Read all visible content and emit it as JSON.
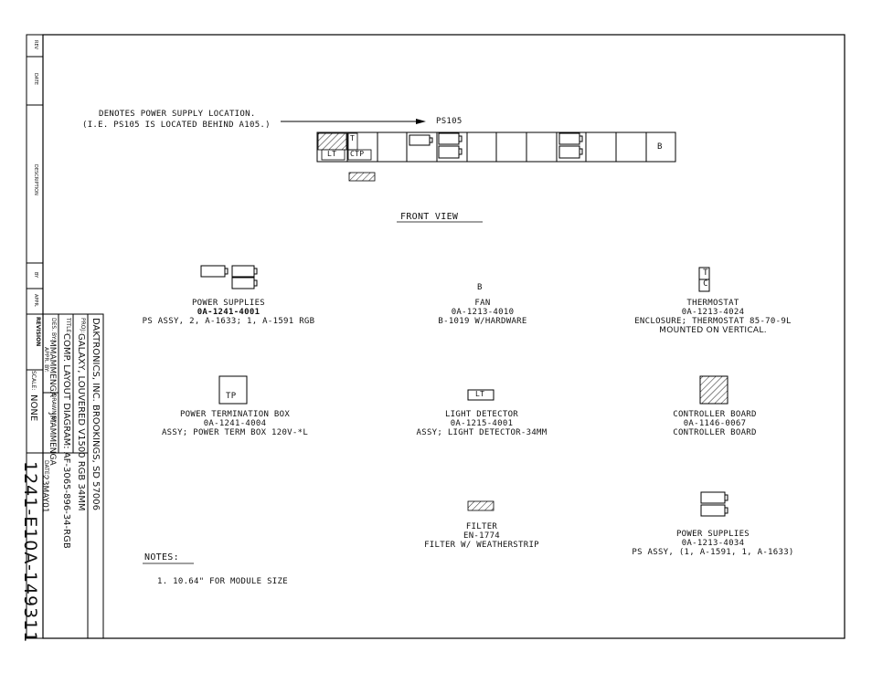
{
  "revision_block": {
    "rev": "REV",
    "date": "DATE",
    "description": "DESCRIPTION",
    "by": "BY",
    "appr": "APPR."
  },
  "callout": {
    "line1": "DENOTES POWER SUPPLY LOCATION.",
    "line2": "(I.E. PS105 IS LOCATED BEHIND A105.)",
    "target": "PS105"
  },
  "front_view": {
    "title": "FRONT VIEW",
    "cells": [
      "LT",
      "T",
      "CTP",
      "B"
    ]
  },
  "components": [
    {
      "symbol": "",
      "name": "POWER SUPPLIES",
      "part": "0A-1241-4001",
      "desc": "PS ASSY, 2, A-1633; 1, A-1591 RGB",
      "extra": ""
    },
    {
      "symbol": "B",
      "name": "FAN",
      "part": "0A-1213-4010",
      "desc": "B-1019 W/HARDWARE",
      "extra": ""
    },
    {
      "symbol": "T C",
      "name": "THERMOSTAT",
      "part": "0A-1213-4024",
      "desc": "ENCLOSURE; THERMOSTAT 85-70-9L",
      "extra": "MOUNTED ON VERTICAL."
    },
    {
      "symbol": "TP",
      "name": "POWER TERMINATION BOX",
      "part": "0A-1241-4004",
      "desc": "ASSY; POWER TERM BOX 120V-*L",
      "extra": ""
    },
    {
      "symbol": "LT",
      "name": "LIGHT DETECTOR",
      "part": "0A-1215-4001",
      "desc": "ASSY; LIGHT DETECTOR-34MM",
      "extra": ""
    },
    {
      "symbol": "",
      "name": "CONTROLLER BOARD",
      "part": "0A-1146-0067",
      "desc": "CONTROLLER BOARD",
      "extra": ""
    },
    {
      "symbol": "",
      "name": "FILTER",
      "part": "EN-1774",
      "desc": "FILTER W/ WEATHERSTRIP",
      "extra": ""
    },
    {
      "symbol": "",
      "name": "POWER SUPPLIES",
      "part": "0A-1213-4034",
      "desc": "PS ASSY, (1, A-1591, 1, A-1633)",
      "extra": ""
    }
  ],
  "notes": {
    "title": "NOTES:",
    "items": [
      "1.  10.64\" FOR MODULE SIZE"
    ]
  },
  "title_block": {
    "company": "DAKTRONICS, INC.  BROOKINGS, SD 57006",
    "proj_label": "PROJ:",
    "proj": "GALAXY, LOUVERED V1500 RGB 34MM",
    "title_label": "TITLE:",
    "title": "COMP. LAYOUT DIAGRAM: AF-3065-896-34-RGB",
    "des_label": "DES. BY:",
    "des": "MMAMMENGA",
    "drawn_label": "DRAWN BY:",
    "drawn": "JMAMMENGA",
    "date_label": "DATE:",
    "date": "23MAY01",
    "revision_label": "REVISION",
    "appr_label": "APPR. BY:",
    "scale_label": "SCALE:",
    "scale": "NONE",
    "drawing_number": "1241-E10A-149311"
  }
}
